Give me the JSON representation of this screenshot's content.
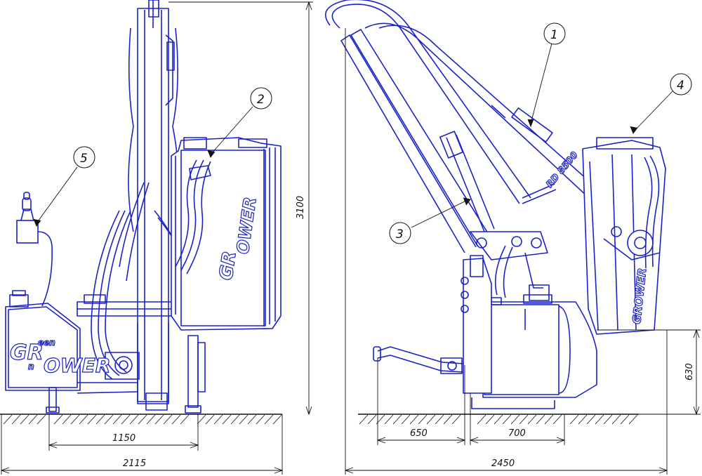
{
  "colors": {
    "machine": "#1a22c8",
    "dimension": "#111111",
    "background": "#ffffff"
  },
  "dimensions": {
    "height_left": "3100",
    "base_width_left": "1150",
    "total_width_left": "2115",
    "height_right": "630",
    "offset_right_a": "650",
    "offset_right_b": "700",
    "total_width_right": "2450"
  },
  "callouts": [
    {
      "number": "1"
    },
    {
      "number": "2"
    },
    {
      "number": "3"
    },
    {
      "number": "4"
    },
    {
      "number": "5"
    }
  ],
  "labels": {
    "brand_main": "GROWER",
    "brand_prefix": "GR",
    "brand_suffix": "OWER",
    "brand_small_top": "een",
    "brand_small_bottom": "n",
    "arm_model": "RD 8500"
  }
}
